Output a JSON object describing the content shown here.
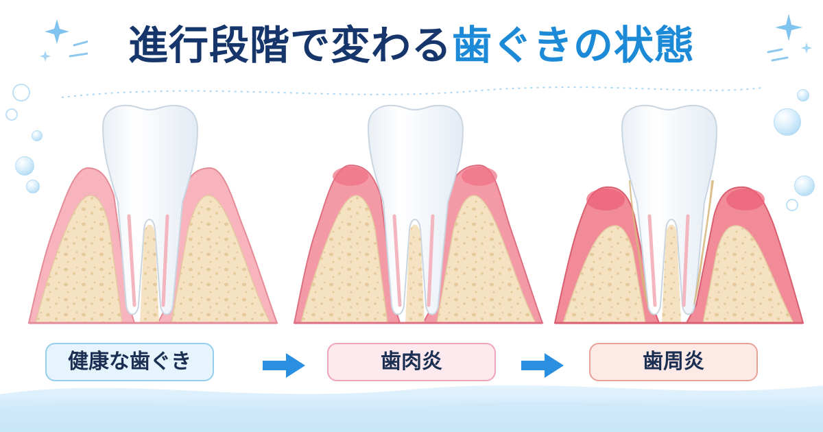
{
  "title": {
    "part1": "進行段階で変わる",
    "part2": "歯ぐきの状態"
  },
  "stages": [
    {
      "label": "健康な歯ぐき"
    },
    {
      "label": "歯肉炎"
    },
    {
      "label": "歯周炎"
    }
  ],
  "colors": {
    "title_dark": "#16356a",
    "title_accent": "#1c8ad6",
    "gum": "#f4a5b0",
    "bone": "#f4e2c2",
    "arrow": "#2a8fe0"
  }
}
